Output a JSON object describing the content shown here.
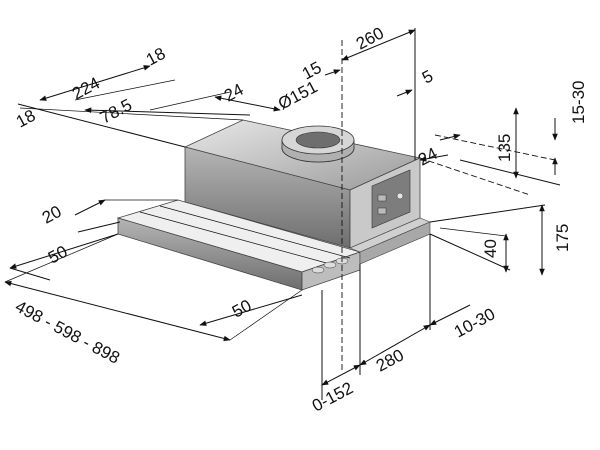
{
  "diagram": {
    "dimensions": {
      "d18_left": "18",
      "d224": "224",
      "d18_top": "18",
      "d78_5": "78.5",
      "d24_top": "24",
      "dia151": "Ø151",
      "d15": "15",
      "d260": "260",
      "d5": "5",
      "d15_30": "15-30",
      "d135": "135",
      "d24_right": "24",
      "d20": "20",
      "d50_left": "50",
      "d40": "40",
      "d175": "175",
      "d498_598_898": "498 - 598 - 898",
      "d50_bottom": "50",
      "d10_30": "10-30",
      "d280": "280",
      "d0_152": "0-152"
    }
  }
}
